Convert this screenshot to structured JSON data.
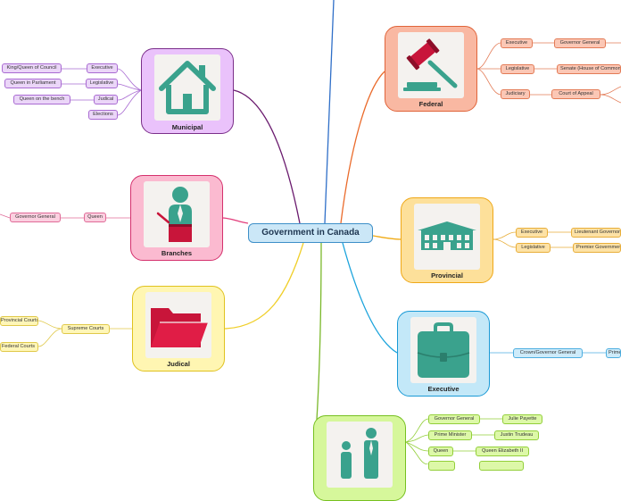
{
  "title": "Government in Canada",
  "colors": {
    "municipal": "#eac2fb",
    "branches": "#fbbad0",
    "judical": "#fff6b2",
    "federal": "#f9b8a2",
    "provincial": "#fde09a",
    "executive": "#c3e8f8",
    "people": "#d6f79b",
    "icon_teal": "#3aa28d",
    "folder_red": "#c8153a"
  },
  "topics": {
    "municipal": {
      "label": "Municipal",
      "icon": "house-icon"
    },
    "branches": {
      "label": "Branches",
      "icon": "speaker-at-podium-icon"
    },
    "judical": {
      "label": "Judical",
      "icon": "folder-icon"
    },
    "federal": {
      "label": "Federal",
      "icon": "gavel-icon"
    },
    "provincial": {
      "label": "Provincial",
      "icon": "legislature-building-icon"
    },
    "executive": {
      "label": "Executive",
      "icon": "briefcase-icon"
    },
    "people": {
      "label": "",
      "icon": "people-icon"
    }
  },
  "municipal_items": [
    {
      "label": "Executive",
      "detail": "King/Queen of Council"
    },
    {
      "label": "Legislative",
      "detail": "Queen in Parliament"
    },
    {
      "label": "Judical",
      "detail": "Queen on the bench"
    },
    {
      "label": "Elections",
      "detail": ""
    }
  ],
  "branches_items": [
    {
      "label": "Queen",
      "detail": "Governor General"
    }
  ],
  "judical_items": {
    "root": "Supreme Courts",
    "children": [
      "Provincial Courts",
      "Federal Courts"
    ]
  },
  "federal_items": [
    {
      "label": "Executive",
      "detail": "Governor General"
    },
    {
      "label": "Legislative",
      "detail": "Senate (House of Commons)"
    },
    {
      "label": "Judiciary",
      "detail": "Court of Appeal"
    }
  ],
  "provincial_items": [
    {
      "label": "Executive",
      "detail": "Lieutenant Governor"
    },
    {
      "label": "Legislative",
      "detail": "Premier Government"
    }
  ],
  "executive_items": [
    {
      "label": "Crown/Governor General",
      "detail": "Prime Minister"
    }
  ],
  "people_items": [
    {
      "label": "Governor General",
      "detail": "Julie Payette"
    },
    {
      "label": "Prime Minister",
      "detail": "Justin Trudeau"
    },
    {
      "label": "Queen",
      "detail": "Queen Elizabeth II"
    },
    {
      "label": "",
      "detail": ""
    }
  ]
}
